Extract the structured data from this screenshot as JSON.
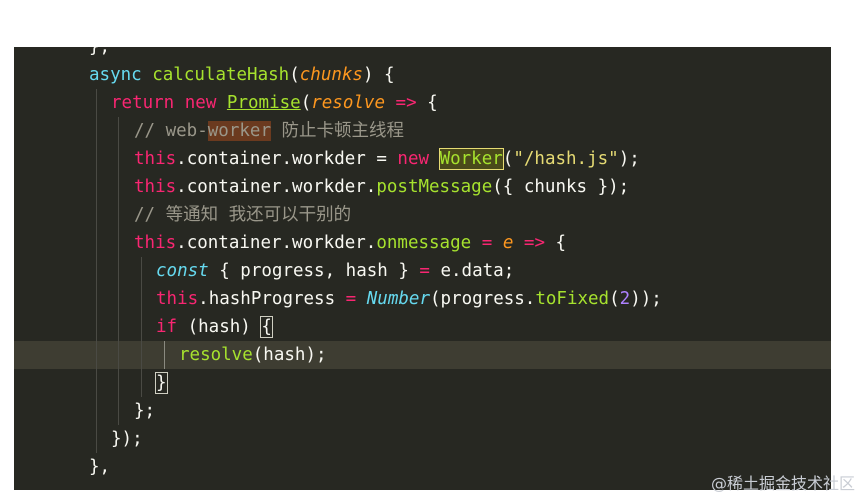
{
  "editor": {
    "lines": {
      "l0": "},",
      "l1_kw": "async",
      "l1_fn": "calculateHash",
      "l1_param": "chunks",
      "l2_kw": "return",
      "l2_new": "new",
      "l2_cls": "Promise",
      "l2_param": "resolve",
      "l3_c1": "// web-",
      "l3_c2": "worker",
      "l3_c3": " 防止卡顿主线程",
      "l4_this": "this",
      "l4_body": ".container.workder = ",
      "l4_new": "new",
      "l4_cls": "Worker",
      "l4_str": "\"/hash.js\"",
      "l5_this": "this",
      "l5_body": ".container.workder.",
      "l5_fn": "postMessage",
      "l5_tail": "({ chunks });",
      "l6_cmt": "// 等通知 我还可以干别的",
      "l7_this": "this",
      "l7_body": ".container.workder.",
      "l7_fn": "onmessage",
      "l7_param": "e",
      "l8_const": "const",
      "l8_body": " { progress, hash } ",
      "l8_tail": " e.data;",
      "l9_this": "this",
      "l9_body": ".hashProgress ",
      "l9_num": "Number",
      "l9_mid": "(progress.",
      "l9_fn": "toFixed",
      "l9_arg": "2",
      "l9_tail": "));",
      "l10_if": "if",
      "l10_body": " (hash) ",
      "l11_fn": "resolve",
      "l11_tail": "(hash);",
      "l12": "}",
      "l13": "};",
      "l14": "});",
      "l15": "},"
    }
  },
  "watermark": "@稀土掘金技术社区"
}
